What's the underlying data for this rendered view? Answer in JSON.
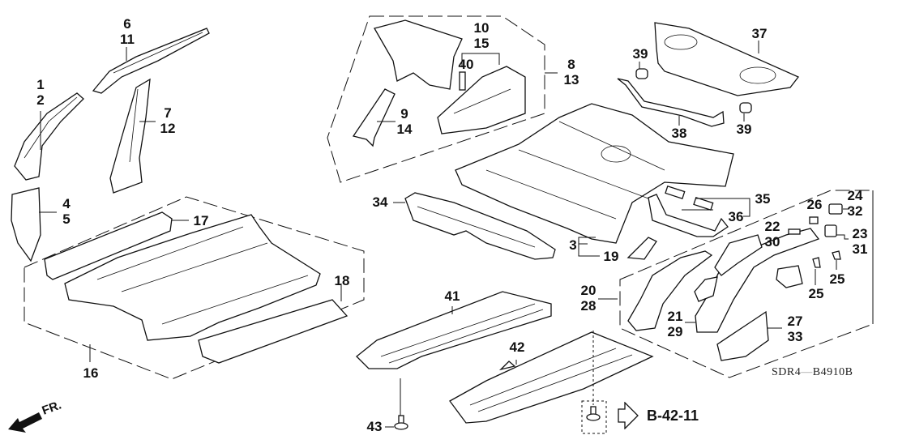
{
  "diagram": {
    "code_prefix": "SDR4",
    "code_separator": "—",
    "code_suffix": "B4910B",
    "front_marker": {
      "icon": "front-direction-arrow-icon",
      "label": "FR."
    },
    "reference": {
      "icon": "outline-arrow-right-icon",
      "label": "B-42-11"
    },
    "background": "#ffffff",
    "line_color": "#111111"
  },
  "callouts": [
    {
      "id": "c1-2",
      "lines": [
        "1",
        "2"
      ]
    },
    {
      "id": "c6-11",
      "lines": [
        "6",
        "11"
      ]
    },
    {
      "id": "c7-12",
      "lines": [
        "7",
        "12"
      ]
    },
    {
      "id": "c4-5",
      "lines": [
        "4",
        "5"
      ]
    },
    {
      "id": "c10-15",
      "lines": [
        "10",
        "15"
      ]
    },
    {
      "id": "c40",
      "lines": [
        "40"
      ]
    },
    {
      "id": "c8-13",
      "lines": [
        "8",
        "13"
      ]
    },
    {
      "id": "c9-14",
      "lines": [
        "9",
        "14"
      ]
    },
    {
      "id": "c37",
      "lines": [
        "37"
      ]
    },
    {
      "id": "c39a",
      "lines": [
        "39"
      ]
    },
    {
      "id": "c38",
      "lines": [
        "38"
      ]
    },
    {
      "id": "c39b",
      "lines": [
        "39"
      ]
    },
    {
      "id": "c17",
      "lines": [
        "17"
      ]
    },
    {
      "id": "c18",
      "lines": [
        "18"
      ]
    },
    {
      "id": "c16",
      "lines": [
        "16"
      ]
    },
    {
      "id": "c34",
      "lines": [
        "34"
      ]
    },
    {
      "id": "c3",
      "lines": [
        "3"
      ]
    },
    {
      "id": "c19",
      "lines": [
        "19"
      ]
    },
    {
      "id": "c35",
      "lines": [
        "35"
      ]
    },
    {
      "id": "c36",
      "lines": [
        "36"
      ]
    },
    {
      "id": "c24-32",
      "lines": [
        "24",
        "32"
      ]
    },
    {
      "id": "c26",
      "lines": [
        "26"
      ]
    },
    {
      "id": "c22-30",
      "lines": [
        "22",
        "30"
      ]
    },
    {
      "id": "c23-31",
      "lines": [
        "23",
        "31"
      ]
    },
    {
      "id": "c25a",
      "lines": [
        "25"
      ]
    },
    {
      "id": "c25b",
      "lines": [
        "25"
      ]
    },
    {
      "id": "c20-28",
      "lines": [
        "20",
        "28"
      ]
    },
    {
      "id": "c21-29",
      "lines": [
        "21",
        "29"
      ]
    },
    {
      "id": "c27-33",
      "lines": [
        "27",
        "33"
      ]
    },
    {
      "id": "c41",
      "lines": [
        "41"
      ]
    },
    {
      "id": "c42",
      "lines": [
        "42"
      ]
    },
    {
      "id": "c43",
      "lines": [
        "43"
      ]
    }
  ]
}
